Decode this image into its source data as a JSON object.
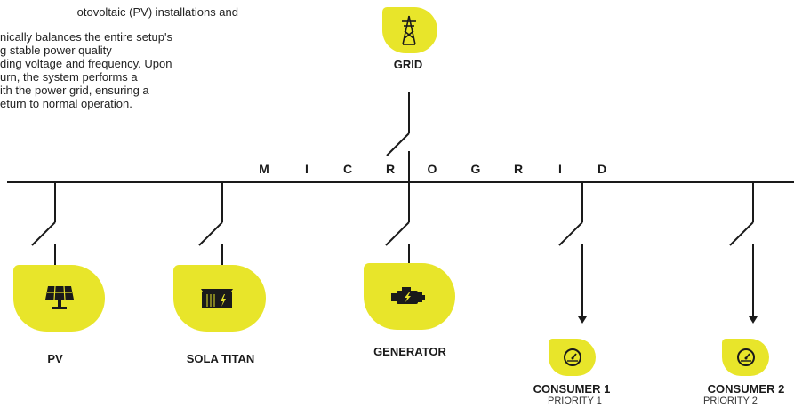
{
  "description": {
    "p1": "otovoltaic (PV) installations and",
    "p2_lines": [
      "nically balances the entire setup's",
      "g stable power quality",
      "ding voltage and frequency. Upon",
      "urn, the system performs a",
      "ith the power grid, ensuring a",
      "eturn to normal operation."
    ]
  },
  "bus_label": [
    "M",
    "I",
    "C",
    "R",
    "O",
    "G",
    "R",
    "I",
    "D"
  ],
  "nodes": {
    "grid": {
      "label": "GRID",
      "icon": "transmission-tower-icon"
    },
    "pv": {
      "label": "PV",
      "icon": "solar-panel-icon"
    },
    "sola_titan": {
      "label": "SOLA TITAN",
      "icon": "battery-container-icon"
    },
    "generator": {
      "label": "GENERATOR",
      "icon": "engine-icon"
    },
    "consumer1": {
      "label": "CONSUMER 1",
      "priority": "PRIORITY 1",
      "icon": "meter-gauge-icon"
    },
    "consumer2": {
      "label": "CONSUMER 2",
      "priority": "PRIORITY 2",
      "icon": "meter-gauge-icon"
    }
  },
  "colors": {
    "accent": "#e8e52a",
    "line": "#1a1a1a"
  }
}
